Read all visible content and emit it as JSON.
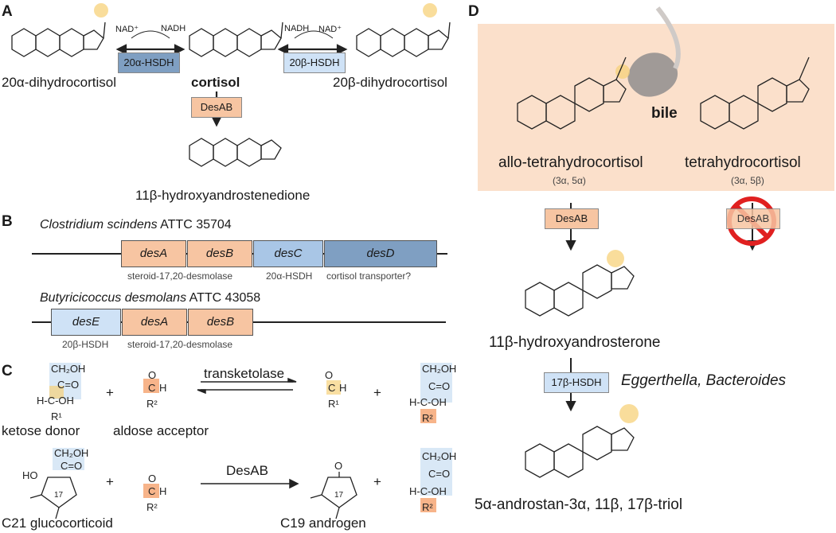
{
  "panels": {
    "a": "A",
    "b": "B",
    "c": "C",
    "d": "D"
  },
  "panel_a": {
    "left_name": "20α-dihydrocortisol",
    "center_name": "cortisol",
    "right_name": "20β-dihydrocortisol",
    "bottom_name": "11β-hydroxyandrostenedione",
    "enzyme_left": "20α-HSDH",
    "enzyme_right": "20β-HSDH",
    "enzyme_down": "DesAB",
    "nad_plus": "NAD⁺",
    "nadh": "NADH"
  },
  "panel_b": {
    "organism1": {
      "name": "Clostridium scindens",
      "strain": "ATTC 35704"
    },
    "genes1": [
      "desA",
      "desB",
      "desC",
      "desD"
    ],
    "labels1": [
      "steroid-17,20-desmolase",
      "20α-HSDH",
      "cortisol transporter?"
    ],
    "organism2": {
      "name": "Butyricicoccus desmolans",
      "strain": "ATTC 43058"
    },
    "genes2": [
      "desE",
      "desA",
      "desB"
    ],
    "labels2": [
      "20β-HSDH",
      "steroid-17,20-desmolase"
    ]
  },
  "panel_c": {
    "ketose_donor": "ketose donor",
    "aldose_acceptor": "aldose acceptor",
    "transketolase": "transketolase",
    "glucocorticoid": "C21 glucocorticoid",
    "androgen": "C19 androgen",
    "desab": "DesAB",
    "plus": "+"
  },
  "panel_d": {
    "bile": "bile",
    "allo_name": "allo-tetrahydrocortisol",
    "allo_sub": "(3α, 5α)",
    "thc_name": "tetrahydrocortisol",
    "thc_sub": "(3α, 5β)",
    "desab": "DesAB",
    "product1": "11β-hydroxyandrosterone",
    "enzyme2": "17β-HSDH",
    "bacteria": "Eggerthella, Bacteroides",
    "product2": "5α-androstan-3α, 11β, 17β-triol"
  }
}
